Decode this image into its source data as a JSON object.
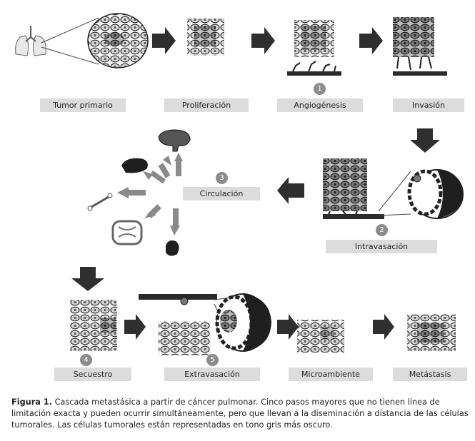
{
  "steps": {
    "tumor_primario": "Tumor primario",
    "proliferacion": "Proliferación",
    "angiogenesis": "Angiogénesis",
    "invasion": "Invasión",
    "circulacion": "Circulación",
    "intravasacion": "Intravasación",
    "secuestro": "Secuestro",
    "extravasacion": "Extravasación",
    "microambiente": "Microambiente",
    "metastasis": "Metástasis"
  },
  "numbers": {
    "n1": "1",
    "n2": "2",
    "n3": "3",
    "n4": "4",
    "n5": "5"
  },
  "caption": {
    "label": "Figura 1.",
    "text": "Cascada metastásica a partir de cáncer pulmonar. Cinco pasos mayores que no tienen línea de limitación exacta y pueden ocurrir simultáneamente, pero que llevan a la diseminación a distancia de las células tumorales. Las células tumorales están representadas en tono gris más oscuro."
  },
  "colors": {
    "arrow": "#2f2f2f",
    "label_bg": "#dcdcdc",
    "number_bg": "#8c8c8c"
  }
}
